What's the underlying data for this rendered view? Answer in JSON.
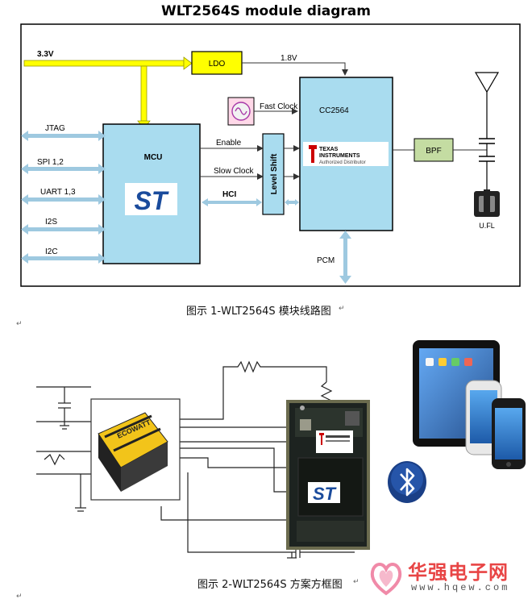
{
  "diagram1": {
    "title": "WLT2564S module diagram",
    "power_in": "3.3V",
    "ldo": "LDO",
    "ldo_out": "1.8V",
    "fast_clock": "Fast Clock",
    "cc": "CC2564",
    "ti_line1": "TEXAS",
    "ti_line2": "INSTRUMENTS",
    "ti_line3": "Authorized Distributor",
    "bpf": "BPF",
    "ufl": "U.FL",
    "mcu": "MCU",
    "st_logo": "ST",
    "level_shift": "Level Shift",
    "enable": "Enable",
    "slow_clock": "Slow Clock",
    "hci": "HCI",
    "pcm": "PCM",
    "interfaces": [
      "JTAG",
      "SPI 1,2",
      "UART 1,3",
      "I2S",
      "I2C"
    ]
  },
  "caption1": "图示 1-WLT2564S 模块线路图",
  "caption2": "图示 2-WLT2564S 方案方框图",
  "inverter_label": "ECOWATT",
  "watermark": {
    "cn": "华强电子网",
    "url": "www.hqew.com"
  },
  "colors": {
    "chip": "#a9dcef",
    "ldo": "#ffff00",
    "bpf": "#c4dca2",
    "arrow": "#9ec9e0",
    "power": "#ffff00"
  }
}
